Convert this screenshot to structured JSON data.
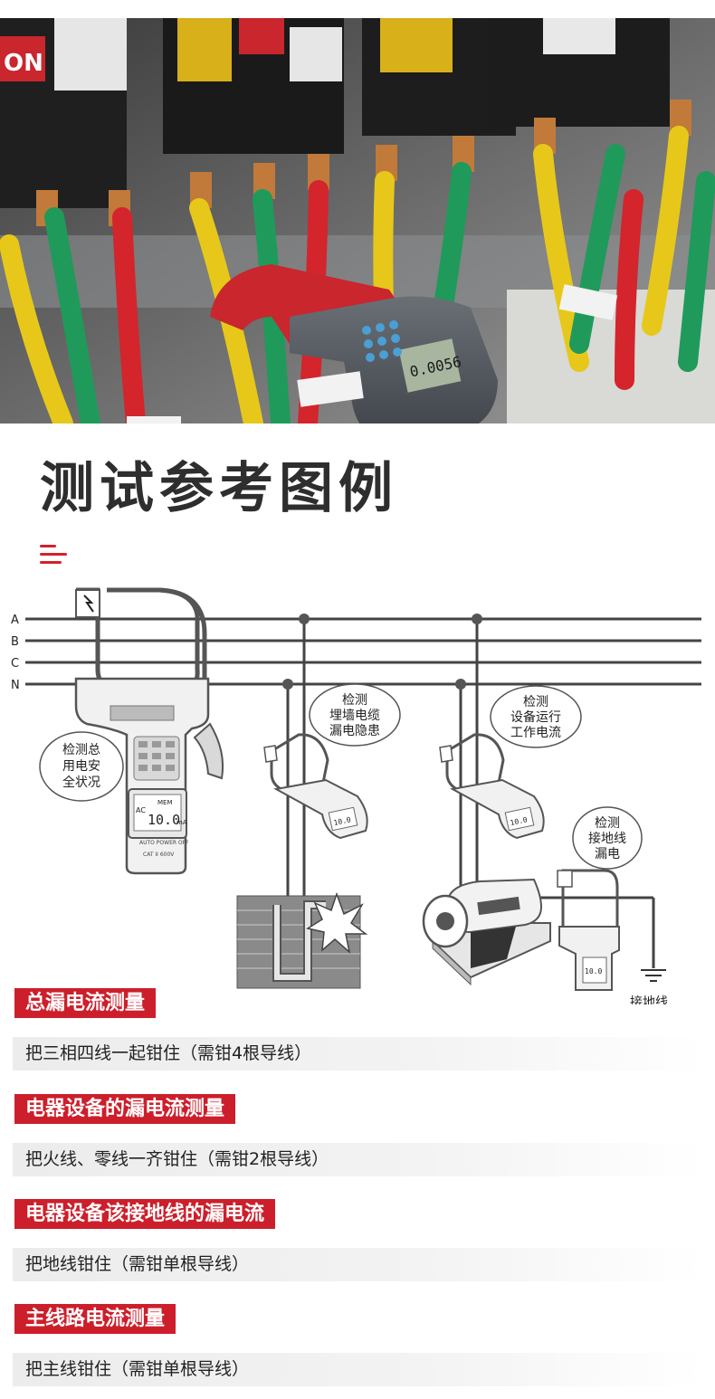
{
  "photo": {
    "caption_icon": "clamp-meter-on-cables-photo",
    "breaker_label": "ON",
    "meter_display": "0.0056"
  },
  "heading": "测试参考图例",
  "diagram": {
    "lines": [
      "A",
      "B",
      "C",
      "N"
    ],
    "bubbles": [
      {
        "id": "total",
        "text": [
          "检测总",
          "用电安",
          "全状况"
        ]
      },
      {
        "id": "wall",
        "text": [
          "检测",
          "埋墙电缆",
          "漏电隐患"
        ]
      },
      {
        "id": "device",
        "text": [
          "检测",
          "设备运行",
          "工作电流"
        ]
      },
      {
        "id": "ground",
        "text": [
          "检测",
          "接地线",
          "漏电"
        ]
      }
    ],
    "meter_screen": {
      "mode": "AC",
      "mem": "MEM",
      "value": "10.0",
      "unit": "mA"
    },
    "meter_brand": "AUTO POWER OFF",
    "meter_cat": "CAT II 600V",
    "ground_label": "接地线"
  },
  "sections": [
    {
      "title": "总漏电流测量",
      "desc": "把三相四线一起钳住（需钳4根导线）"
    },
    {
      "title": "电器设备的漏电流测量",
      "desc": "把火线、零线一齐钳住（需钳2根导线）"
    },
    {
      "title": "电器设备该接地线的漏电流",
      "desc": "把地线钳住（需钳单根导线）"
    },
    {
      "title": "主线路电流测量",
      "desc": "把主线钳住（需钳单根导线）"
    }
  ],
  "colors": {
    "accent": "#cc1f2b",
    "heading": "#2e2e2e"
  }
}
